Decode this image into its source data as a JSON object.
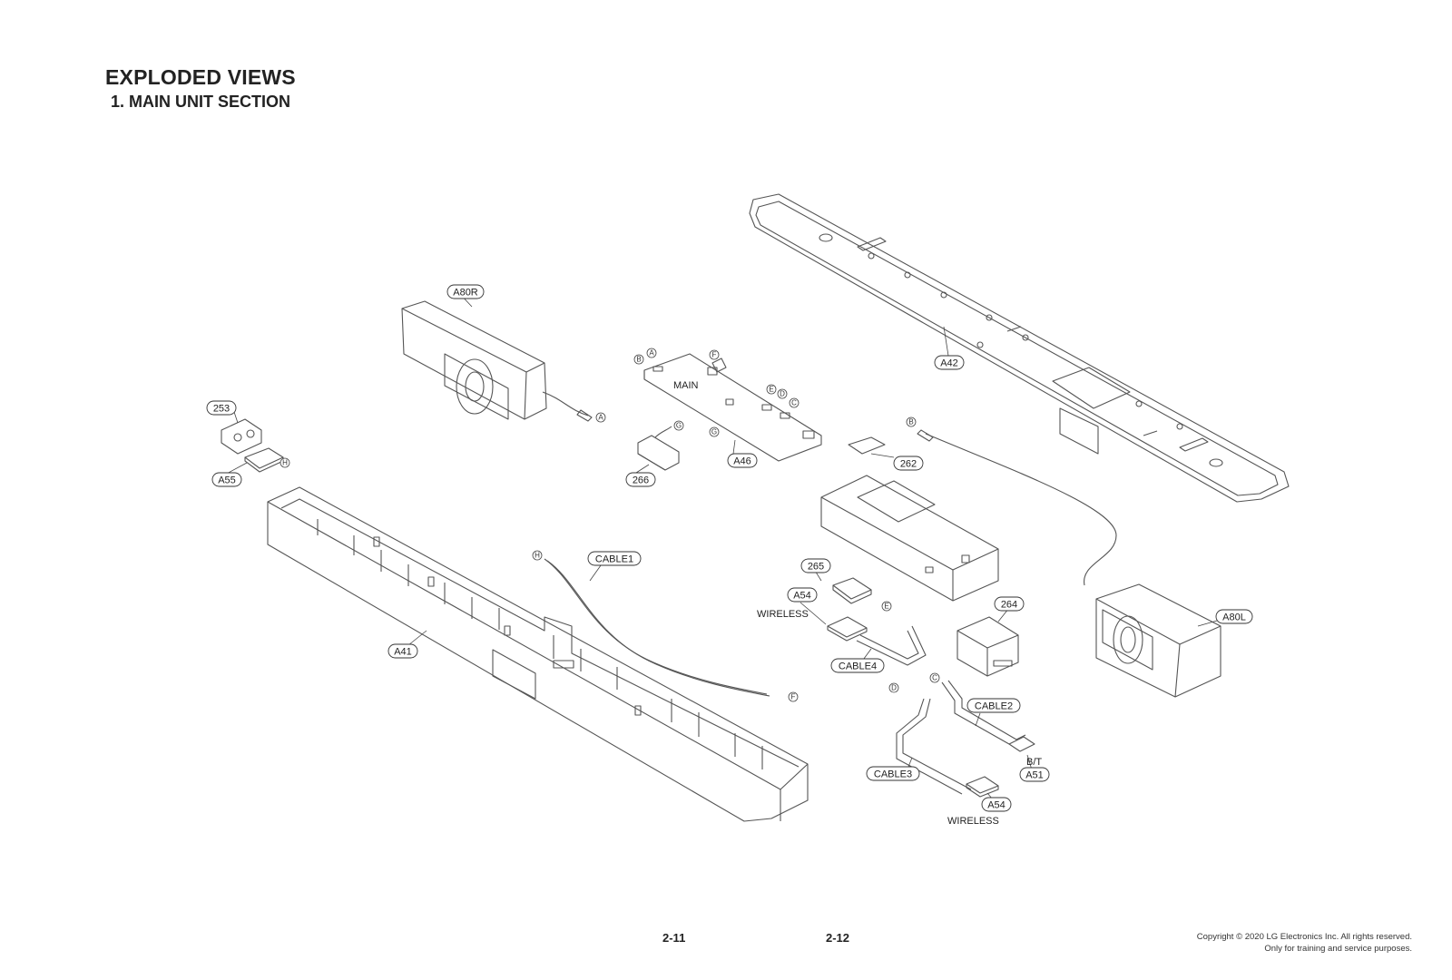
{
  "header": {
    "title": "EXPLODED VIEWS",
    "subtitle": "1. MAIN UNIT SECTION"
  },
  "footer": {
    "page_left": "2-11",
    "page_right": "2-12",
    "copyright_line1": "Copyright © 2020 LG Electronics Inc. All rights reserved.",
    "copyright_line2": "Only for training and service purposes."
  },
  "tags": {
    "a80r": "A80R",
    "a42": "A42",
    "a46": "A46",
    "a80l": "A80L",
    "n253": "253",
    "a55": "A55",
    "n266": "266",
    "n262": "262",
    "cable1": "CABLE1",
    "n265": "265",
    "a54_upper": "A54",
    "n264": "264",
    "cable4": "CABLE4",
    "a41": "A41",
    "cable2": "CABLE2",
    "a51": "A51",
    "cable3": "CABLE3",
    "a54_lower": "A54"
  },
  "labels": {
    "main": "MAIN",
    "wireless_upper": "WIRELESS",
    "bt": "B/T",
    "wireless_lower": "WIRELESS"
  },
  "connectors": {
    "a": "A",
    "b": "B",
    "c": "C",
    "d": "D",
    "e": "E",
    "f": "F",
    "g": "G",
    "h": "H"
  }
}
